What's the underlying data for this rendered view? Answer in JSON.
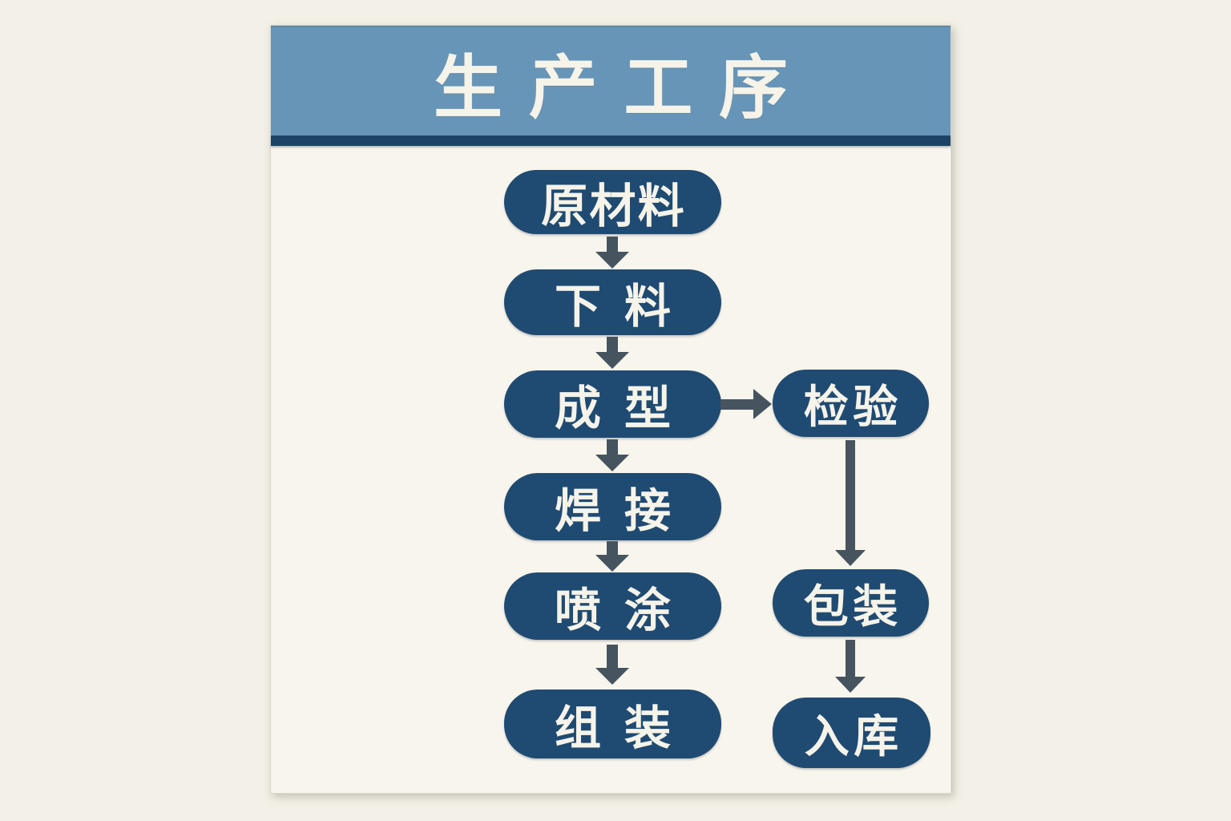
{
  "title": "生产工序",
  "flow": {
    "main": [
      {
        "id": "raw",
        "label": "原材料"
      },
      {
        "id": "blank",
        "label": "下料"
      },
      {
        "id": "form",
        "label": "成型"
      },
      {
        "id": "weld",
        "label": "焊接"
      },
      {
        "id": "spray",
        "label": "喷涂"
      },
      {
        "id": "assembly",
        "label": "组装"
      }
    ],
    "branch": [
      {
        "id": "inspect",
        "label": "检验"
      },
      {
        "id": "pack",
        "label": "包装"
      },
      {
        "id": "store",
        "label": "入库"
      }
    ],
    "edges": [
      {
        "from": "原材料",
        "to": "下料"
      },
      {
        "from": "下料",
        "to": "成型"
      },
      {
        "from": "成型",
        "to": "焊接"
      },
      {
        "from": "焊接",
        "to": "喷涂"
      },
      {
        "from": "喷涂",
        "to": "组装"
      },
      {
        "from": "成型",
        "to": "检验"
      },
      {
        "from": "检验",
        "to": "包装"
      },
      {
        "from": "包装",
        "to": "入库"
      }
    ]
  },
  "colors": {
    "page_bg": "#f3f0e7",
    "panel_bg": "#f7f5ec",
    "header_bg": "#6795b7",
    "header_strip": "#1d4467",
    "node_bg": "#1f4b72",
    "node_text": "#f6f3e9",
    "arrow": "#46545f"
  }
}
